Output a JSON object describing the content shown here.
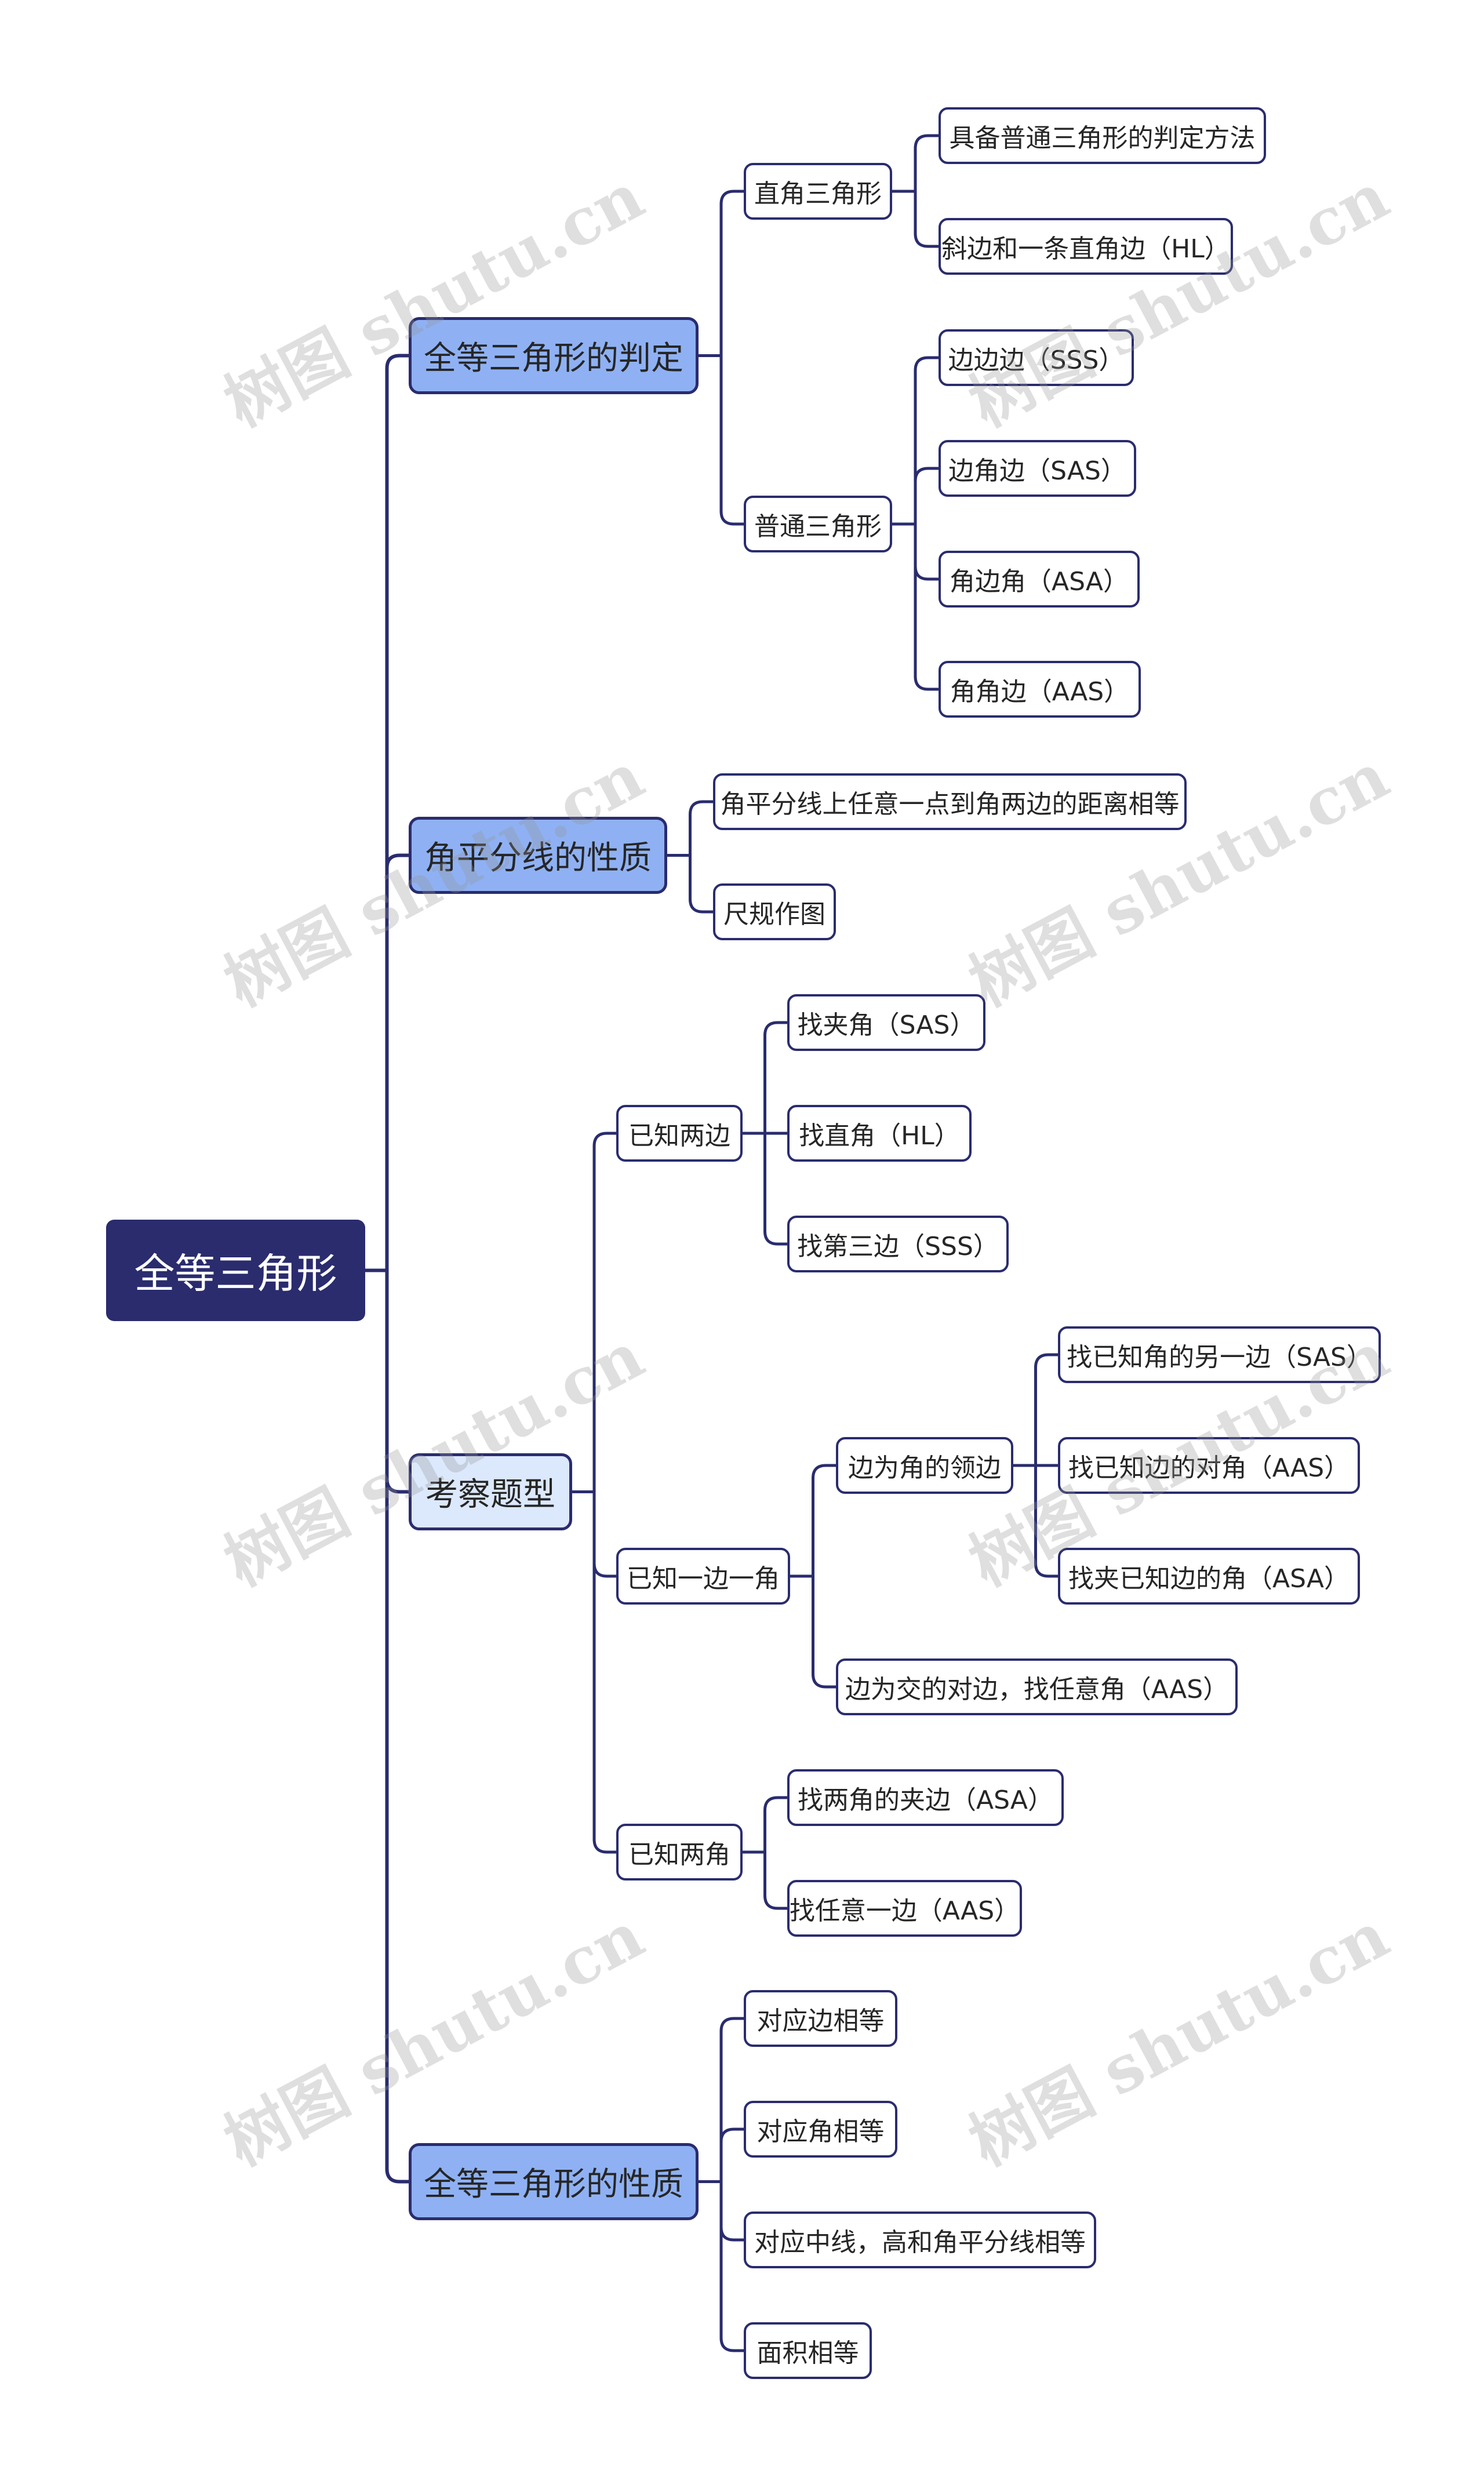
{
  "root": "全等三角形",
  "branches": [
    {
      "label": "全等三角形的判定",
      "children": [
        {
          "label": "直角三角形",
          "children": [
            {
              "label": "具备普通三角形的判定方法"
            },
            {
              "label": "斜边和一条直角边（HL）"
            }
          ]
        },
        {
          "label": "普通三角形",
          "children": [
            {
              "label": "边边边（SSS）"
            },
            {
              "label": "边角边（SAS）"
            },
            {
              "label": "角边角（ASA）"
            },
            {
              "label": "角角边（AAS）"
            }
          ]
        }
      ]
    },
    {
      "label": "角平分线的性质",
      "children": [
        {
          "label": "角平分线上任意一点到角两边的距离相等"
        },
        {
          "label": "尺规作图"
        }
      ]
    },
    {
      "label": "考察题型",
      "children": [
        {
          "label": "已知两边",
          "children": [
            {
              "label": "找夹角（SAS）"
            },
            {
              "label": "找直角（HL）"
            },
            {
              "label": "找第三边（SSS）"
            }
          ]
        },
        {
          "label": "已知一边一角",
          "children": [
            {
              "label": "边为角的领边",
              "children": [
                {
                  "label": "找已知角的另一边（SAS）"
                },
                {
                  "label": "找已知边的对角（AAS）"
                },
                {
                  "label": "找夹已知边的角（ASA）"
                }
              ]
            },
            {
              "label": "边为交的对边，找任意角（AAS）"
            }
          ]
        },
        {
          "label": "已知两角",
          "children": [
            {
              "label": "找两角的夹边（ASA）"
            },
            {
              "label": "找任意一边（AAS）"
            }
          ]
        }
      ]
    },
    {
      "label": "全等三角形的性质",
      "children": [
        {
          "label": "对应边相等"
        },
        {
          "label": "对应角相等"
        },
        {
          "label": "对应中线，高和角平分线相等"
        },
        {
          "label": "面积相等"
        }
      ]
    }
  ],
  "watermark": "树图 shutu.cn",
  "colors": {
    "line": "#2a2c6e",
    "root_bg": "#2a2c6e",
    "branch_bg": "#8fb1f3",
    "branch_light_bg": "#dce8fc",
    "leaf_bg": "#ffffff"
  }
}
